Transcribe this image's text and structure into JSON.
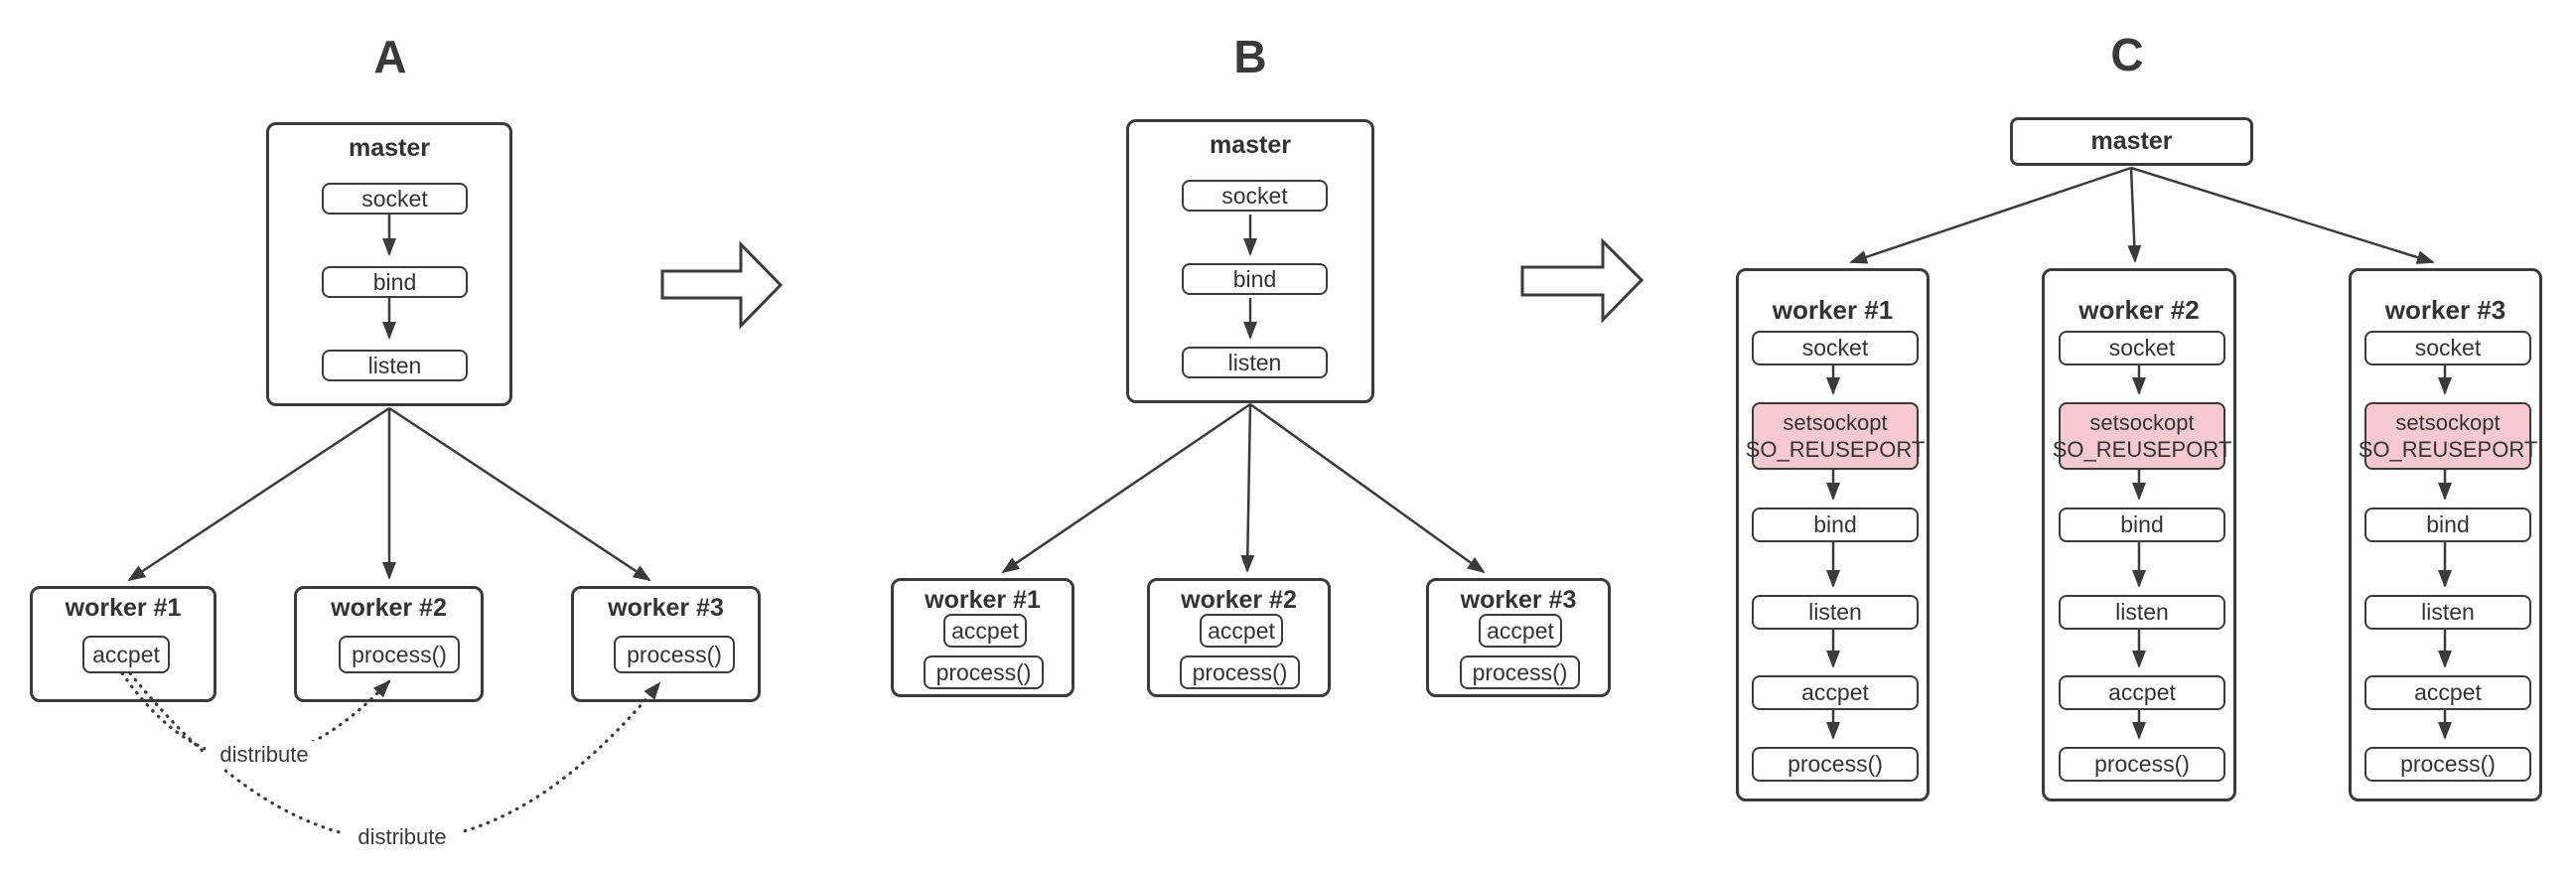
{
  "colors": {
    "stroke": "#3b3b3b",
    "text": "#333333",
    "highlight_fill": "#f5c9ce",
    "background": "#ffffff"
  },
  "sections": [
    {
      "title": "A",
      "master": {
        "title": "master",
        "steps": [
          "socket",
          "bind",
          "listen"
        ]
      },
      "workers": [
        {
          "title": "worker #1",
          "boxes": [
            "accpet"
          ]
        },
        {
          "title": "worker #2",
          "boxes": [
            "process()"
          ]
        },
        {
          "title": "worker #3",
          "boxes": [
            "process()"
          ]
        }
      ],
      "annotations": [
        "distribute",
        "distribute"
      ]
    },
    {
      "title": "B",
      "master": {
        "title": "master",
        "steps": [
          "socket",
          "bind",
          "listen"
        ]
      },
      "workers": [
        {
          "title": "worker #1",
          "boxes": [
            "accpet",
            "process()"
          ]
        },
        {
          "title": "worker #2",
          "boxes": [
            "accpet",
            "process()"
          ]
        },
        {
          "title": "worker #3",
          "boxes": [
            "accpet",
            "process()"
          ]
        }
      ]
    },
    {
      "title": "C",
      "master": {
        "title": "master"
      },
      "workers": [
        {
          "title": "worker #1",
          "steps": [
            {
              "label": "socket",
              "highlight": false
            },
            {
              "label": "setsockopt",
              "label2": "SO_REUSEPORT",
              "highlight": true
            },
            {
              "label": "bind",
              "highlight": false
            },
            {
              "label": "listen",
              "highlight": false
            },
            {
              "label": "accpet",
              "highlight": false
            },
            {
              "label": "process()",
              "highlight": false
            }
          ]
        },
        {
          "title": "worker #2",
          "steps": [
            {
              "label": "socket",
              "highlight": false
            },
            {
              "label": "setsockopt",
              "label2": "SO_REUSEPORT",
              "highlight": true
            },
            {
              "label": "bind",
              "highlight": false
            },
            {
              "label": "listen",
              "highlight": false
            },
            {
              "label": "accpet",
              "highlight": false
            },
            {
              "label": "process()",
              "highlight": false
            }
          ]
        },
        {
          "title": "worker #3",
          "steps": [
            {
              "label": "socket",
              "highlight": false
            },
            {
              "label": "setsockopt",
              "label2": "SO_REUSEPORT",
              "highlight": true
            },
            {
              "label": "bind",
              "highlight": false
            },
            {
              "label": "listen",
              "highlight": false
            },
            {
              "label": "accpet",
              "highlight": false
            },
            {
              "label": "process()",
              "highlight": false
            }
          ]
        }
      ]
    }
  ]
}
